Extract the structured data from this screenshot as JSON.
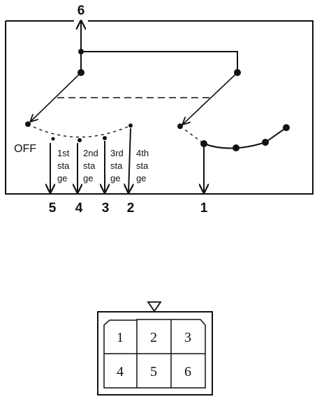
{
  "switch_diagram": {
    "terminals": {
      "t6": "6",
      "t5": "5",
      "t4": "4",
      "t3": "3",
      "t2": "2",
      "t1": "1"
    },
    "positions": {
      "off": "OFF",
      "stage1": [
        "1st",
        "sta",
        "ge"
      ],
      "stage2": [
        "2nd",
        "sta",
        "ge"
      ],
      "stage3": [
        "3rd",
        "sta",
        "ge"
      ],
      "stage4": [
        "4th",
        "sta",
        "ge"
      ]
    }
  },
  "connector": {
    "pins": [
      "1",
      "2",
      "3",
      "4",
      "5",
      "6"
    ]
  }
}
